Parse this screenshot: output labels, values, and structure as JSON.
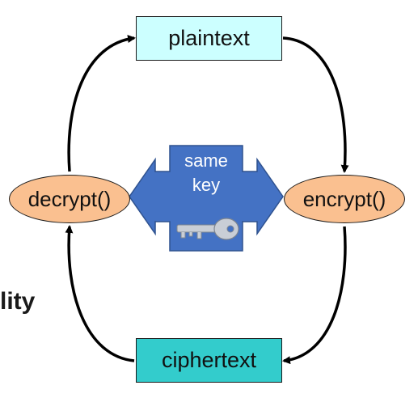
{
  "diagram": {
    "plaintext_label": "plaintext",
    "ciphertext_label": "ciphertext",
    "decrypt_label": "decrypt()",
    "encrypt_label": "encrypt()",
    "shared_key": {
      "line1": "same",
      "line2": "key",
      "icon": "key-icon"
    },
    "partial_text": "lity"
  },
  "colors": {
    "plaintext_fill": "#ccffff",
    "ciphertext_fill": "#33cccc",
    "function_fill": "#fac090",
    "key_arrow_fill": "#4472c4",
    "key_arrow_stroke": "#2f528f",
    "arrow_color": "#000000"
  }
}
